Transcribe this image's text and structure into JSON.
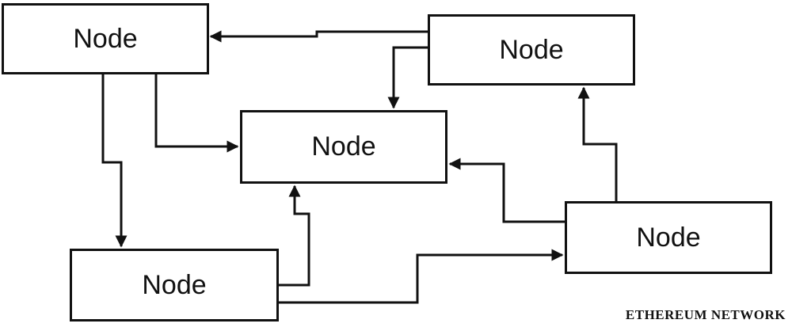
{
  "nodes": [
    {
      "id": "top-left",
      "label": "Node"
    },
    {
      "id": "top-right",
      "label": "Node"
    },
    {
      "id": "center",
      "label": "Node"
    },
    {
      "id": "bottom-right",
      "label": "Node"
    },
    {
      "id": "bottom-left",
      "label": "Node"
    }
  ],
  "edges": [
    {
      "from": "top-right",
      "to": "top-left"
    },
    {
      "from": "top-right",
      "to": "center"
    },
    {
      "from": "top-left",
      "to": "center"
    },
    {
      "from": "top-left",
      "to": "bottom-left"
    },
    {
      "from": "bottom-left",
      "to": "center"
    },
    {
      "from": "bottom-left",
      "to": "bottom-right"
    },
    {
      "from": "bottom-right",
      "to": "center"
    },
    {
      "from": "bottom-right",
      "to": "top-right"
    }
  ],
  "caption": "ETHEREUM NETWORK",
  "colors": {
    "stroke": "#111111",
    "background": "#ffffff"
  }
}
